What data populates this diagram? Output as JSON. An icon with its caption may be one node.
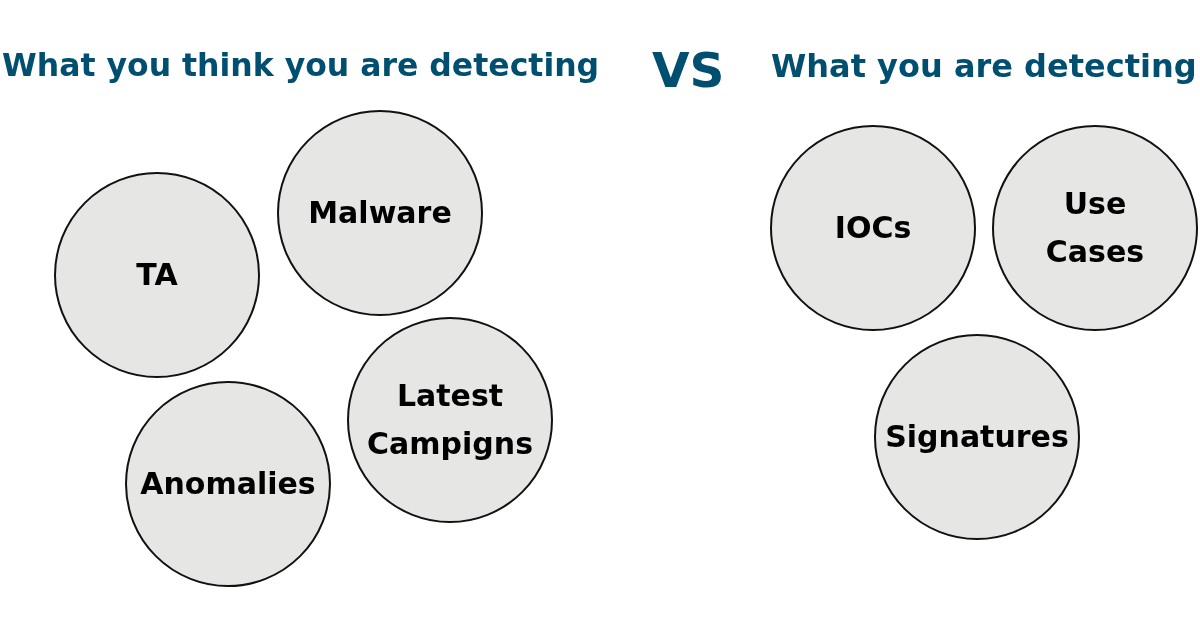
{
  "diagram": {
    "nodes": [
      {
        "text": [
          "TA"
        ]
      },
      {
        "text": [
          "Malware"
        ]
      },
      {
        "text": [
          "Anomalies"
        ]
      },
      {
        "text": [
          "Latest Campigns"
        ]
      },
      {
        "text": [
          "IOCs"
        ]
      },
      {
        "text": [
          "Use Cases"
        ]
      },
      {
        "text": [
          "Signatures"
        ]
      }
    ],
    "labels": [
      "What you think you are detecting",
      "VS",
      "What you are detecting"
    ]
  }
}
